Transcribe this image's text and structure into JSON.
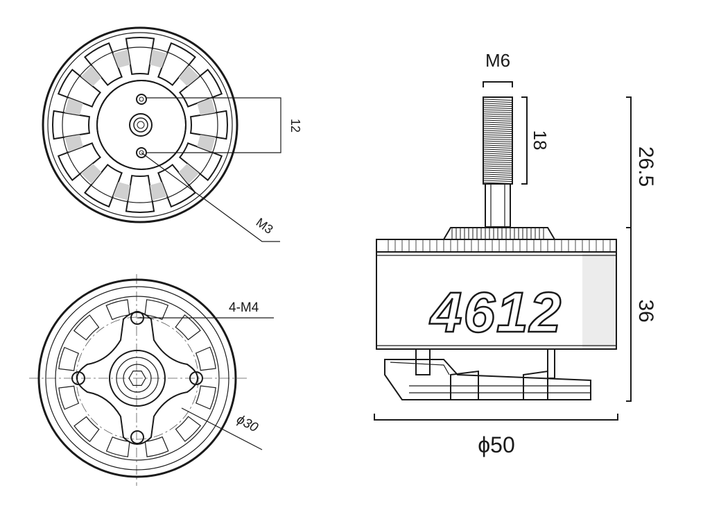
{
  "model_label": "4612",
  "dimensions": {
    "mount_hole_spacing": "12",
    "center_hole_thread": "M3",
    "base_holes": "4-M4",
    "base_bolt_circle": "ϕ30",
    "shaft_thread": "M6",
    "shaft_thread_length": "18",
    "shaft_height": "26.5",
    "body_height": "36",
    "body_diameter": "ϕ50"
  }
}
